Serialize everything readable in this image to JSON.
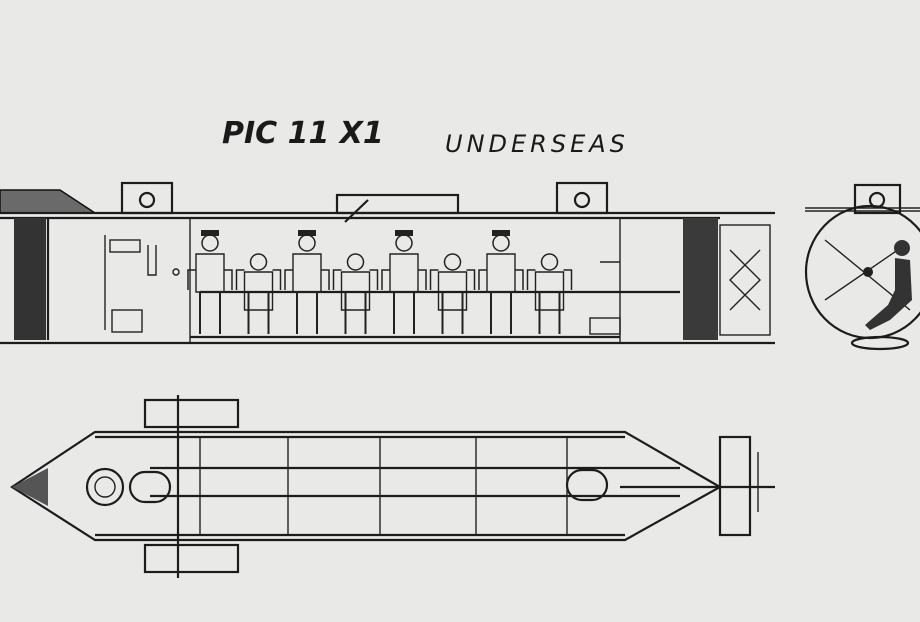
{
  "annotations": {
    "label_left": "PIC 11 X1",
    "label_right": "UNDERSEAS"
  },
  "colors": {
    "paper": "#e9eae8",
    "ink": "#1c1c1c"
  },
  "drawing": {
    "views": [
      "side-section",
      "end-section",
      "plan-view"
    ],
    "crew_count": 8
  }
}
